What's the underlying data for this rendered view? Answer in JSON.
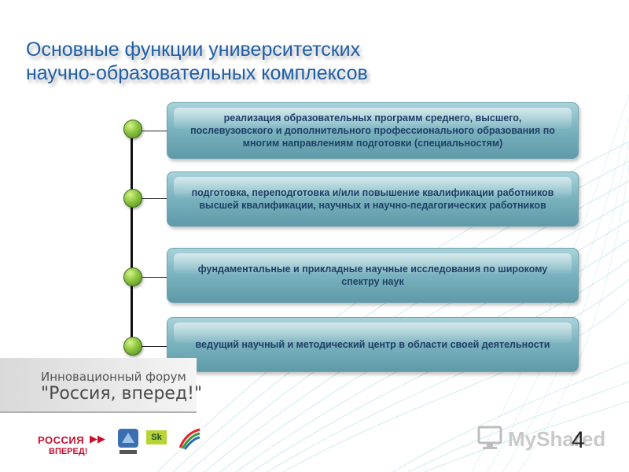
{
  "title": {
    "line1": "Основные функции университетских",
    "line2": "научно-образовательных комплексов"
  },
  "functions": [
    {
      "text": "реализация образовательных программ среднего, высшего, послевузовского  и дополнительного профессионального образования по многим направлениям подготовки (специальностям)"
    },
    {
      "text": "подготовка, переподготовка и/или повышение квалификации работников высшей квалификации, научных и научно-педагогических работников"
    },
    {
      "text": "фундаментальные и прикладные научные исследования по широкому спектру наук"
    },
    {
      "text": "ведущий научный и методический центр в области своей деятельности"
    }
  ],
  "forum": {
    "line1": "Инновационный форум",
    "line2": "\"Россия, вперед!\""
  },
  "russia_logo": {
    "line1": "РОССИЯ",
    "arrows": "▶▶",
    "line2": "ВПЕРЕД!"
  },
  "sk_logo": "Sk",
  "watermark": "MyShared",
  "slide_number": "4",
  "colors": {
    "title": "#1f5ea8",
    "card": "#7cb4c0",
    "card_text": "#1f3f66",
    "node": "#8bc53f",
    "russia_red": "#c8102e"
  }
}
